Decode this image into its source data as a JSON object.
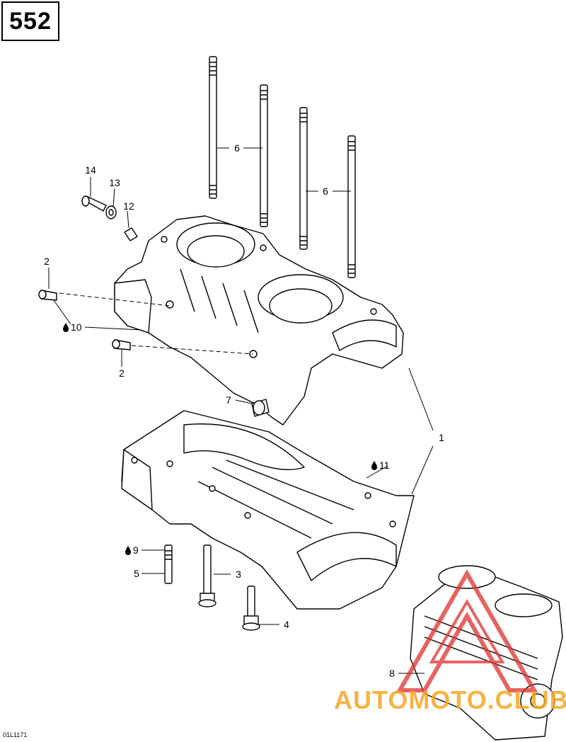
{
  "page": {
    "number": "552",
    "reference_code": "01L1171"
  },
  "callouts": {
    "c1": "1",
    "c2a": "2",
    "c2b": "2",
    "c3": "3",
    "c4": "4",
    "c5": "5",
    "c6a": "6",
    "c6b": "6",
    "c7": "7",
    "c8": "8",
    "c9": "9",
    "c10": "10",
    "c11": "11",
    "c12": "12",
    "c13": "13",
    "c14": "14"
  },
  "watermark": {
    "text": "AUTOMOTO.CLUB"
  },
  "colors": {
    "line": "#000000",
    "fill": "#ffffff",
    "watermark_red": "#e03030",
    "watermark_orange": "#f4a623"
  },
  "icons": {
    "sealant": "drop-icon"
  }
}
